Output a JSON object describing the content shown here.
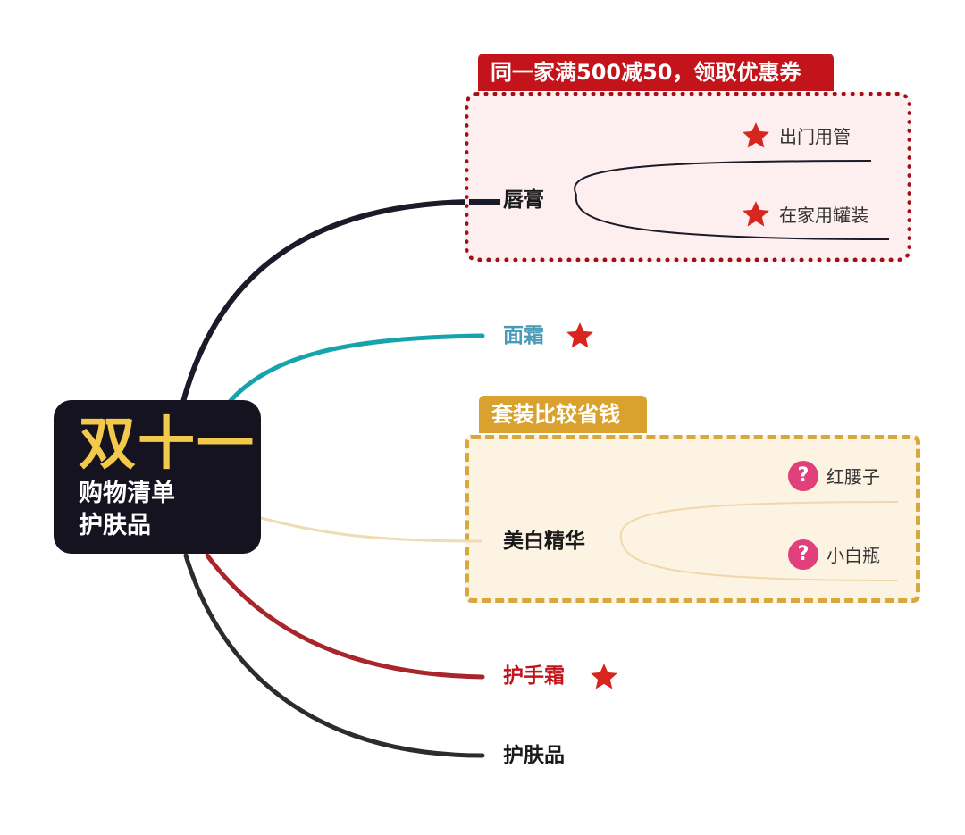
{
  "root": {
    "title": "双十一",
    "subtitle_line1": "购物清单",
    "subtitle_line2": "护肤品"
  },
  "callouts": {
    "lip_group_tag": "同一家满500减50，领取优惠券",
    "serum_group_tag": "套装比较省钱"
  },
  "branches": [
    {
      "label": "唇膏",
      "color": "#1a1a28",
      "children": [
        {
          "label": "出门用管",
          "icon": "star-icon"
        },
        {
          "label": "在家用罐装",
          "icon": "star-icon"
        }
      ]
    },
    {
      "label": "面霜",
      "color": "#4a9bb8",
      "icon": "star-icon"
    },
    {
      "label": "美白精华",
      "color": "#e9d4a6",
      "children": [
        {
          "label": "红腰子",
          "icon": "question-icon"
        },
        {
          "label": "小白瓶",
          "icon": "question-icon"
        }
      ]
    },
    {
      "label": "护手霜",
      "color": "#c4141b",
      "icon": "star-icon"
    },
    {
      "label": "护肤品",
      "color": "#1a1a1a"
    }
  ],
  "icons": {
    "star": "★",
    "question": "?"
  },
  "colors": {
    "root_bg": "#15131f",
    "root_title": "#f3c94b",
    "tag_red": "#c4141b",
    "tag_gold": "#d9a12d",
    "star_red": "#d8261f",
    "question_pink": "#e2407b"
  }
}
